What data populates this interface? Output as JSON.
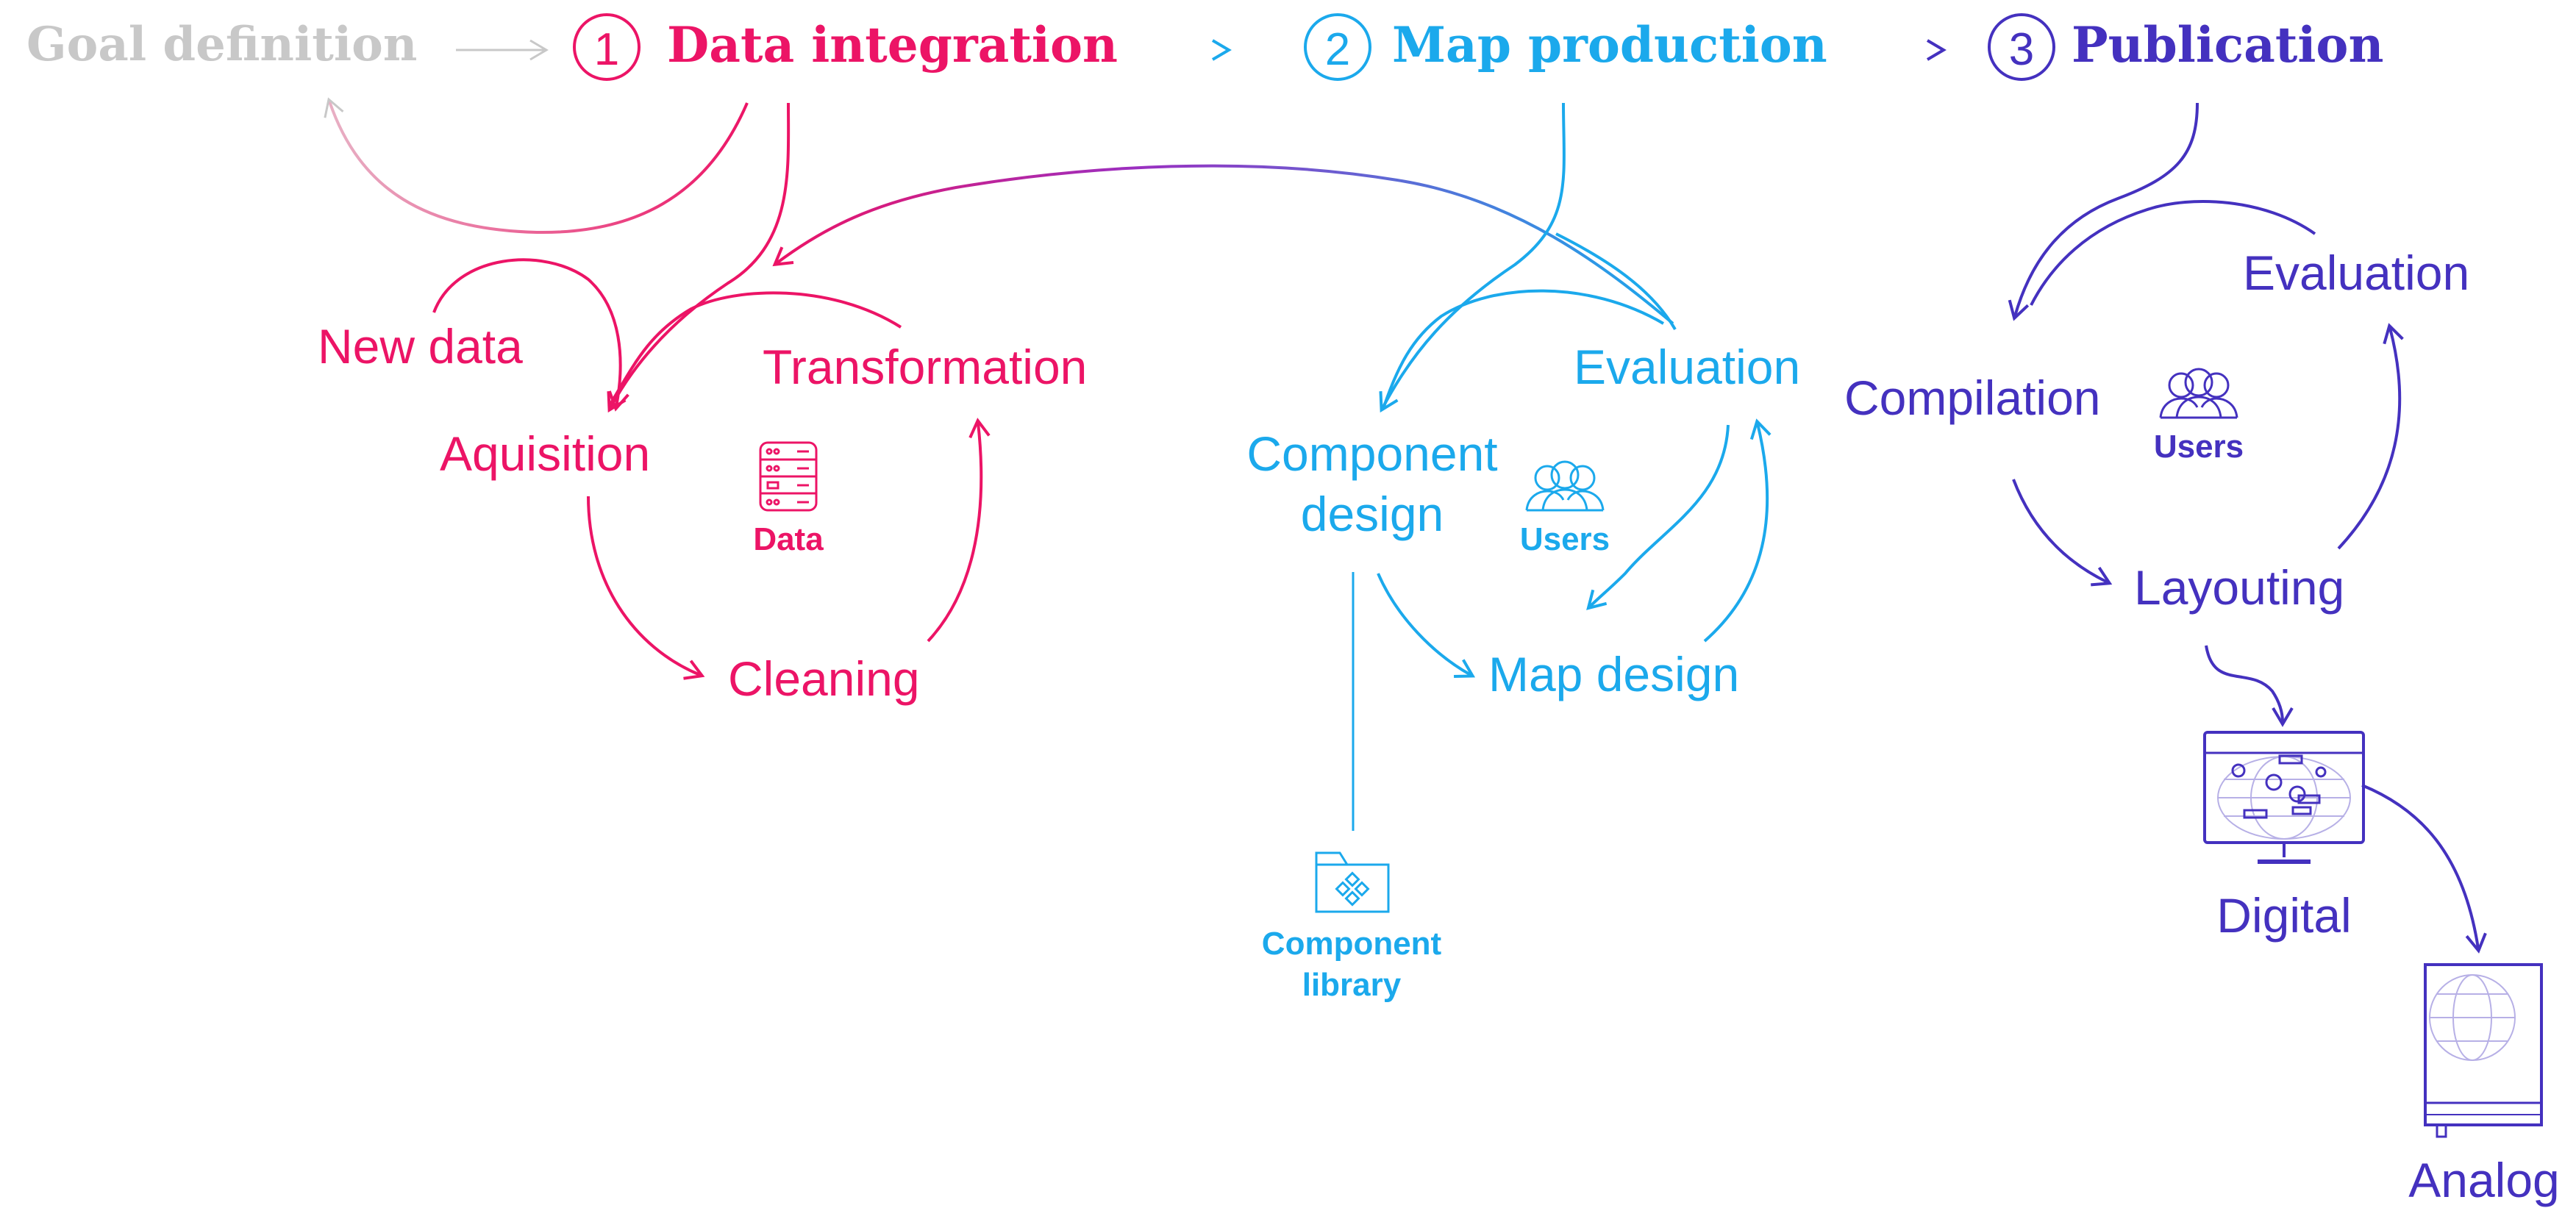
{
  "colors": {
    "grey": "#c8c8c8",
    "pink": "#ec1466",
    "blue": "#1ba9ec",
    "purple": "#4431bf"
  },
  "header": {
    "goal": "Goal definition",
    "step1": {
      "num": "1",
      "label": "Data integration"
    },
    "step2": {
      "num": "2",
      "label": "Map production"
    },
    "step3": {
      "num": "3",
      "label": "Publication"
    }
  },
  "integration": {
    "new_data": "New data",
    "transformation": "Transformation",
    "aquisition": "Aquisition",
    "cleaning": "Cleaning",
    "data_icon_label": "Data",
    "icons": {
      "data": "database-server-icon"
    }
  },
  "production": {
    "evaluation": "Evaluation",
    "component_design_line1": "Component",
    "component_design_line2": "design",
    "users_label": "Users",
    "map_design": "Map design",
    "library_line1": "Component",
    "library_line2": "library",
    "icons": {
      "users": "users-icon",
      "library": "folder-components-icon"
    }
  },
  "publication": {
    "evaluation": "Evaluation",
    "compilation": "Compilation",
    "users_label": "Users",
    "layouting": "Layouting",
    "digital": "Digital",
    "analog": "Analog",
    "icons": {
      "users": "users-icon",
      "digital": "monitor-map-icon",
      "analog": "atlas-book-icon"
    }
  }
}
